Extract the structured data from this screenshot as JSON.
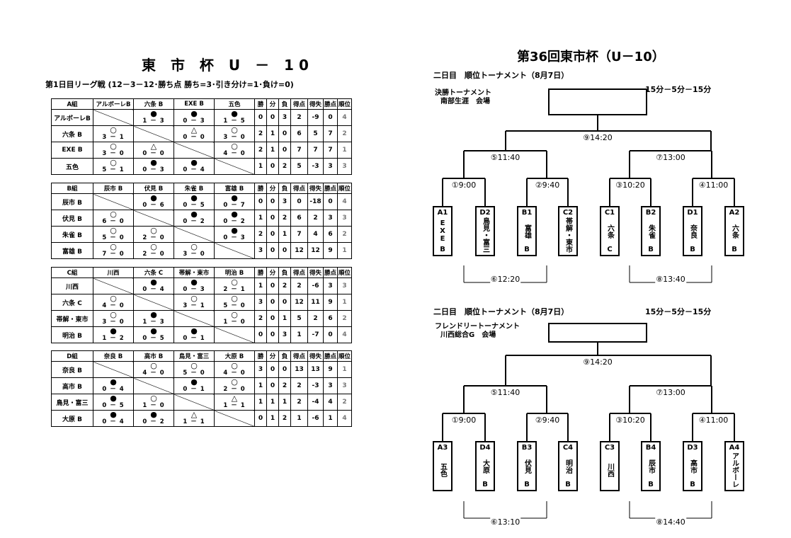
{
  "left": {
    "title": "東 市 杯 U － 10",
    "subtitle": "第1日目リーグ戦 (12－3－12･勝ち点 勝ち=3･引き分け=1･負け=0)",
    "stats_headers": [
      "勝",
      "分",
      "負",
      "得点",
      "得失",
      "勝点",
      "順位"
    ],
    "groups": [
      {
        "name": "A組",
        "cols": [
          "アルボーレB",
          "六条 B",
          "EXE B",
          "五色"
        ],
        "rows": [
          {
            "team": "アルボーレB",
            "cells": [
              null,
              {
                "m": "●",
                "s": "1 － 3"
              },
              {
                "m": "●",
                "s": "0 － 3"
              },
              {
                "m": "●",
                "s": "1 － 5"
              }
            ],
            "stats": [
              "0",
              "0",
              "3",
              "2",
              "-9",
              "0",
              "4"
            ]
          },
          {
            "team": "六条 B",
            "cells": [
              {
                "m": "○",
                "s": "3 － 1"
              },
              null,
              {
                "m": "△",
                "s": "0 － 0"
              },
              {
                "m": "○",
                "s": "3 － 0"
              }
            ],
            "stats": [
              "2",
              "1",
              "0",
              "6",
              "5",
              "7",
              "2"
            ]
          },
          {
            "team": "EXE B",
            "cells": [
              {
                "m": "○",
                "s": "3 － 0"
              },
              {
                "m": "△",
                "s": "0 － 0"
              },
              null,
              {
                "m": "○",
                "s": "4 － 0"
              }
            ],
            "stats": [
              "2",
              "1",
              "0",
              "7",
              "7",
              "7",
              "1"
            ]
          },
          {
            "team": "五色",
            "cells": [
              {
                "m": "○",
                "s": "5 － 1"
              },
              {
                "m": "●",
                "s": "0 － 3"
              },
              {
                "m": "●",
                "s": "0 － 4"
              },
              null
            ],
            "stats": [
              "1",
              "0",
              "2",
              "5",
              "-3",
              "3",
              "3"
            ]
          }
        ]
      },
      {
        "name": "B組",
        "cols": [
          "辰市 B",
          "伏見 B",
          "朱雀 B",
          "富雄 B"
        ],
        "rows": [
          {
            "team": "辰市 B",
            "cells": [
              null,
              {
                "m": "●",
                "s": "0 － 6"
              },
              {
                "m": "●",
                "s": "0 － 5"
              },
              {
                "m": "●",
                "s": "0 － 7"
              }
            ],
            "stats": [
              "0",
              "0",
              "3",
              "0",
              "-18",
              "0",
              "4"
            ]
          },
          {
            "team": "伏見 B",
            "cells": [
              {
                "m": "○",
                "s": "6 － 0"
              },
              null,
              {
                "m": "●",
                "s": "0 － 2"
              },
              {
                "m": "●",
                "s": "0 － 2"
              }
            ],
            "stats": [
              "1",
              "0",
              "2",
              "6",
              "2",
              "3",
              "3"
            ]
          },
          {
            "team": "朱雀 B",
            "cells": [
              {
                "m": "○",
                "s": "5 － 0"
              },
              {
                "m": "○",
                "s": "2 － 0"
              },
              null,
              {
                "m": "●",
                "s": "0 － 3"
              }
            ],
            "stats": [
              "2",
              "0",
              "1",
              "7",
              "4",
              "6",
              "2"
            ]
          },
          {
            "team": "富雄 B",
            "cells": [
              {
                "m": "○",
                "s": "7 － 0"
              },
              {
                "m": "○",
                "s": "2 － 0"
              },
              {
                "m": "○",
                "s": "3 － 0"
              },
              null
            ],
            "stats": [
              "3",
              "0",
              "0",
              "12",
              "12",
              "9",
              "1"
            ]
          }
        ]
      },
      {
        "name": "C組",
        "cols": [
          "川西",
          "六条 C",
          "帯解・東市",
          "明治 B"
        ],
        "rows": [
          {
            "team": "川西",
            "cells": [
              null,
              {
                "m": "●",
                "s": "0 － 4"
              },
              {
                "m": "●",
                "s": "0 － 3"
              },
              {
                "m": "○",
                "s": "2 － 1"
              }
            ],
            "stats": [
              "1",
              "0",
              "2",
              "2",
              "-6",
              "3",
              "3"
            ]
          },
          {
            "team": "六条 C",
            "cells": [
              {
                "m": "○",
                "s": "4 － 0"
              },
              null,
              {
                "m": "○",
                "s": "3 － 1"
              },
              {
                "m": "○",
                "s": "5 － 0"
              }
            ],
            "stats": [
              "3",
              "0",
              "0",
              "12",
              "11",
              "9",
              "1"
            ]
          },
          {
            "team": "帯解・東市",
            "cells": [
              {
                "m": "○",
                "s": "3 － 0"
              },
              {
                "m": "●",
                "s": "1 － 3"
              },
              null,
              {
                "m": "○",
                "s": "1 － 0"
              }
            ],
            "stats": [
              "2",
              "0",
              "1",
              "5",
              "2",
              "6",
              "2"
            ]
          },
          {
            "team": "明治 B",
            "cells": [
              {
                "m": "●",
                "s": "1 － 2"
              },
              {
                "m": "●",
                "s": "0 － 5"
              },
              {
                "m": "●",
                "s": "0 － 1"
              },
              null
            ],
            "stats": [
              "0",
              "0",
              "3",
              "1",
              "-7",
              "0",
              "4"
            ]
          }
        ]
      },
      {
        "name": "D組",
        "cols": [
          "奈良 B",
          "高市 B",
          "鳥見・富三",
          "大原 B"
        ],
        "rows": [
          {
            "team": "奈良 B",
            "cells": [
              null,
              {
                "m": "○",
                "s": "4 － 0"
              },
              {
                "m": "○",
                "s": "5 － 0"
              },
              {
                "m": "○",
                "s": "4 － 0"
              }
            ],
            "stats": [
              "3",
              "0",
              "0",
              "13",
              "13",
              "9",
              "1"
            ]
          },
          {
            "team": "高市 B",
            "cells": [
              {
                "m": "●",
                "s": "0 － 4"
              },
              null,
              {
                "m": "●",
                "s": "0 － 1"
              },
              {
                "m": "○",
                "s": "2 － 0"
              }
            ],
            "stats": [
              "1",
              "0",
              "2",
              "2",
              "-3",
              "3",
              "3"
            ]
          },
          {
            "team": "鳥見・富三",
            "cells": [
              {
                "m": "●",
                "s": "0 － 5"
              },
              {
                "m": "○",
                "s": "1 － 0"
              },
              null,
              {
                "m": "△",
                "s": "1 － 1"
              }
            ],
            "stats": [
              "1",
              "1",
              "1",
              "2",
              "-4",
              "4",
              "2"
            ]
          },
          {
            "team": "大原 B",
            "cells": [
              {
                "m": "●",
                "s": "0 － 4"
              },
              {
                "m": "●",
                "s": "0 － 2"
              },
              {
                "m": "△",
                "s": "1 － 1"
              },
              null
            ],
            "stats": [
              "0",
              "1",
              "2",
              "1",
              "-6",
              "1",
              "4"
            ]
          }
        ]
      }
    ]
  },
  "right": {
    "title": "第36回東市杯（U－10）",
    "brackets": [
      {
        "header": "二日目　順位トーナメント（8月7日）",
        "duration": "15分－5分－15分",
        "name": "決勝トーナメント",
        "venue": "南部生涯　会場",
        "final": "⑨14:20",
        "semis": [
          "⑤11:40",
          "⑦13:00"
        ],
        "quarters": [
          "①9:00",
          "②9:40",
          "③10:20",
          "④11:00"
        ],
        "consolations": [
          "⑥12:20",
          "⑧13:40"
        ],
        "teams": [
          {
            "top": "A1",
            "v": "EXE",
            "bot": "B"
          },
          {
            "top": "D2",
            "v": "鳥見・富三",
            "bot": ""
          },
          {
            "top": "B1",
            "v": "富雄",
            "bot": "B"
          },
          {
            "top": "C2",
            "v": "帯解・東市",
            "bot": ""
          },
          {
            "top": "C1",
            "v": "六条",
            "bot": "C"
          },
          {
            "top": "B2",
            "v": "朱雀",
            "bot": "B"
          },
          {
            "top": "D1",
            "v": "奈良",
            "bot": "B"
          },
          {
            "top": "A2",
            "v": "六条",
            "bot": "B"
          }
        ]
      },
      {
        "header": "二日目　順位トーナメント（8月7日）",
        "duration": "15分－5分－15分",
        "name": "フレンドリートーナメント",
        "venue": "川西総合G　会場",
        "final": "⑨14:20",
        "semis": [
          "⑤11:40",
          "⑦13:00"
        ],
        "quarters": [
          "①9:00",
          "②9:40",
          "③10:20",
          "④11:00"
        ],
        "consolations": [
          "⑥13:10",
          "⑧14:40"
        ],
        "teams": [
          {
            "top": "A3",
            "v": "五色",
            "bot": ""
          },
          {
            "top": "D4",
            "v": "大原",
            "bot": "B"
          },
          {
            "top": "B3",
            "v": "伏見",
            "bot": "B"
          },
          {
            "top": "C4",
            "v": "明治",
            "bot": "B"
          },
          {
            "top": "C3",
            "v": "川西",
            "bot": ""
          },
          {
            "top": "B4",
            "v": "辰市",
            "bot": "B"
          },
          {
            "top": "D3",
            "v": "高市",
            "bot": "B"
          },
          {
            "top": "A4",
            "v": "アルボーレ",
            "bot": ""
          }
        ]
      }
    ]
  }
}
